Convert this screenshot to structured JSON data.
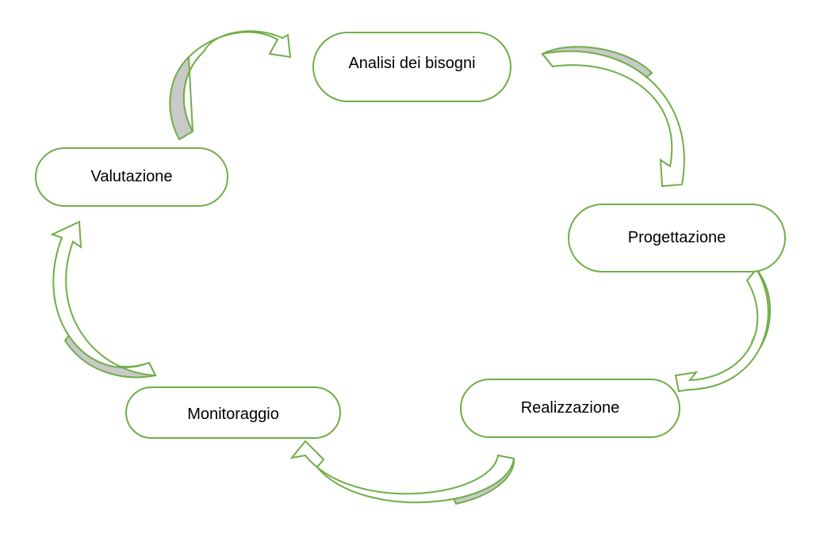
{
  "diagram": {
    "nodes": [
      {
        "id": "analisi",
        "label": "Analisi dei bisogni"
      },
      {
        "id": "progettazione",
        "label": "Progettazione"
      },
      {
        "id": "realizzazione",
        "label": "Realizzazione"
      },
      {
        "id": "monitoraggio",
        "label": "Monitoraggio"
      },
      {
        "id": "valutazione",
        "label": "Valutazione"
      }
    ],
    "edges": [
      {
        "from": "analisi",
        "to": "progettazione"
      },
      {
        "from": "progettazione",
        "to": "realizzazione"
      },
      {
        "from": "realizzazione",
        "to": "monitoraggio"
      },
      {
        "from": "monitoraggio",
        "to": "valutazione"
      },
      {
        "from": "valutazione",
        "to": "analisi"
      }
    ],
    "colors": {
      "stroke": "#70ad47",
      "fill": "#ffffff",
      "arrow_underside": "#c9c9c9",
      "text": "#000000"
    }
  }
}
